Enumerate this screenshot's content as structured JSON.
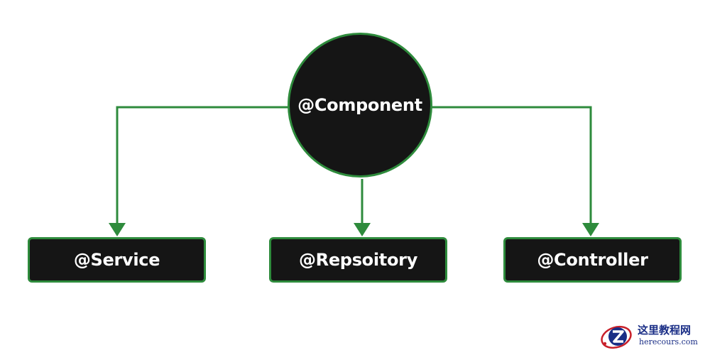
{
  "diagram": {
    "root": {
      "label": "@Component"
    },
    "children": [
      {
        "label": "@Service"
      },
      {
        "label": "@Repsoitory"
      },
      {
        "label": "@Controller"
      }
    ]
  },
  "colors": {
    "connector": "#2e8b3c",
    "node_fill": "#151515",
    "node_border": "#2e8b3c",
    "text": "#ffffff",
    "background": "#ffffff"
  },
  "watermark": {
    "icon": "z-logo-icon",
    "text_cn": "这里教程网",
    "text_en": "herecours.com"
  }
}
